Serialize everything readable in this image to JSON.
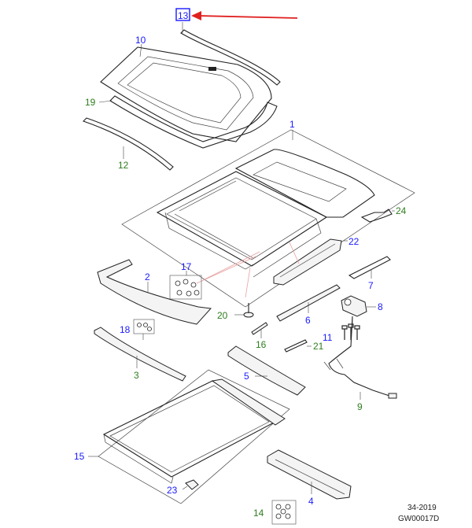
{
  "callouts": [
    {
      "id": "13",
      "text": "13",
      "color": "blue"
    },
    {
      "id": "10",
      "text": "10",
      "color": "blue"
    },
    {
      "id": "19",
      "text": "19",
      "color": "green"
    },
    {
      "id": "12",
      "text": "12",
      "color": "green"
    },
    {
      "id": "1",
      "text": "1",
      "color": "blue"
    },
    {
      "id": "24",
      "text": "24",
      "color": "green"
    },
    {
      "id": "22",
      "text": "22",
      "color": "blue"
    },
    {
      "id": "17",
      "text": "17",
      "color": "blue"
    },
    {
      "id": "2",
      "text": "2",
      "color": "blue"
    },
    {
      "id": "7",
      "text": "7",
      "color": "blue"
    },
    {
      "id": "8",
      "text": "8",
      "color": "blue"
    },
    {
      "id": "20",
      "text": "20",
      "color": "green"
    },
    {
      "id": "6",
      "text": "6",
      "color": "blue"
    },
    {
      "id": "18",
      "text": "18",
      "color": "blue"
    },
    {
      "id": "11",
      "text": "11",
      "color": "blue"
    },
    {
      "id": "16",
      "text": "16",
      "color": "green"
    },
    {
      "id": "21",
      "text": "21",
      "color": "green"
    },
    {
      "id": "3",
      "text": "3",
      "color": "green"
    },
    {
      "id": "5",
      "text": "5",
      "color": "blue"
    },
    {
      "id": "9",
      "text": "9",
      "color": "green"
    },
    {
      "id": "15",
      "text": "15",
      "color": "blue"
    },
    {
      "id": "23",
      "text": "23",
      "color": "blue"
    },
    {
      "id": "4",
      "text": "4",
      "color": "blue"
    },
    {
      "id": "14",
      "text": "14",
      "color": "green"
    }
  ],
  "highlight": {
    "callout": "13",
    "box_color": "#1a1aff",
    "arrow_color": "#e02020"
  },
  "colors": {
    "blue": "#1a1aff",
    "green": "#2e7d1e",
    "line": "#222222"
  },
  "reference": {
    "line1": "34-2019",
    "line2": "GW00017D"
  }
}
